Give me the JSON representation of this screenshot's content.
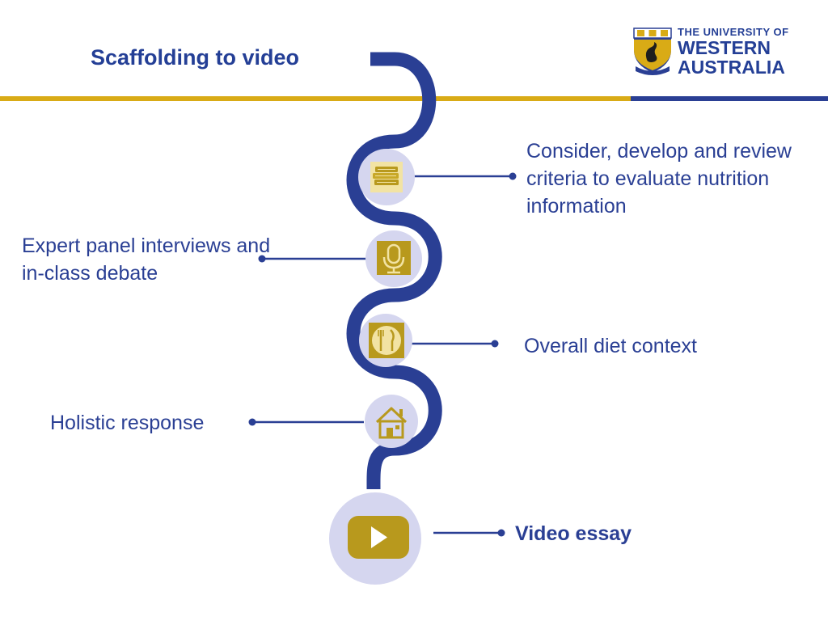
{
  "title": "Scaffolding to video",
  "logo": {
    "line1": "THE UNIVERSITY OF",
    "line2": "WESTERN",
    "line3": "AUSTRALIA"
  },
  "steps": [
    {
      "label": "Consider, develop and review criteria to evaluate nutrition information",
      "icon": "books-icon"
    },
    {
      "label": "Expert panel interviews and in-class debate",
      "icon": "microphone-icon"
    },
    {
      "label": "Overall diet context",
      "icon": "fork-knife-plate-icon"
    },
    {
      "label": "Holistic response",
      "icon": "house-icon"
    },
    {
      "label": "Video essay",
      "icon": "play-button-icon"
    }
  ],
  "colors": {
    "navy": "#2a3f94",
    "gold": "#d9ab16",
    "icon_gold": "#b8991d",
    "icon_light": "#f2e3a3",
    "circle": "#d5d6ef"
  }
}
